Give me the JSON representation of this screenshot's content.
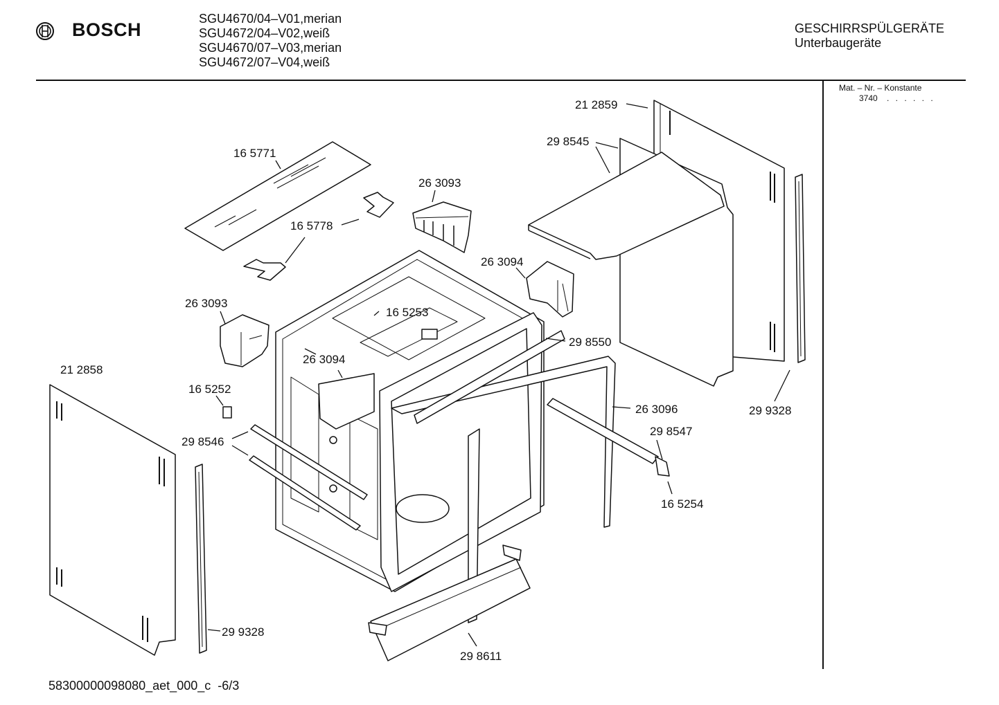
{
  "header": {
    "brand": "BOSCH",
    "logo_icon": "bosch-armature-icon",
    "models": [
      "SGU4670/04–V01,merian",
      "SGU4672/04–V02,weiß",
      "SGU4670/07–V03,merian",
      "SGU4672/07–V04,weiß"
    ],
    "category": "GESCHIRRSPÜLGERÄTE",
    "subcategory": "Unterbaugeräte"
  },
  "sidebar": {
    "mat_title": "Mat. – Nr. – Konstante",
    "mat_value": "3740",
    "mat_dots": ". . . . . ."
  },
  "parts": [
    {
      "id": "p-212859",
      "label": "21 2859"
    },
    {
      "id": "p-298545",
      "label": "29 8545"
    },
    {
      "id": "p-165771",
      "label": "16 5771"
    },
    {
      "id": "p-263093a",
      "label": "26 3093"
    },
    {
      "id": "p-165778",
      "label": "16 5778"
    },
    {
      "id": "p-263094a",
      "label": "26 3094"
    },
    {
      "id": "p-263093b",
      "label": "26 3093"
    },
    {
      "id": "p-165253",
      "label": "16 5253"
    },
    {
      "id": "p-298550",
      "label": "29 8550"
    },
    {
      "id": "p-263094b",
      "label": "26 3094"
    },
    {
      "id": "p-212858",
      "label": "21 2858"
    },
    {
      "id": "p-165252",
      "label": "16 5252"
    },
    {
      "id": "p-263096",
      "label": "26 3096"
    },
    {
      "id": "p-299328a",
      "label": "29 9328"
    },
    {
      "id": "p-298547",
      "label": "29 8547"
    },
    {
      "id": "p-298546",
      "label": "29 8546"
    },
    {
      "id": "p-165254",
      "label": "16 5254"
    },
    {
      "id": "p-299328b",
      "label": "29 9328"
    },
    {
      "id": "p-298611",
      "label": "29 8611"
    }
  ],
  "footer": {
    "doc_id": "58300000098080_aet_000_c",
    "page": "-6/3"
  }
}
